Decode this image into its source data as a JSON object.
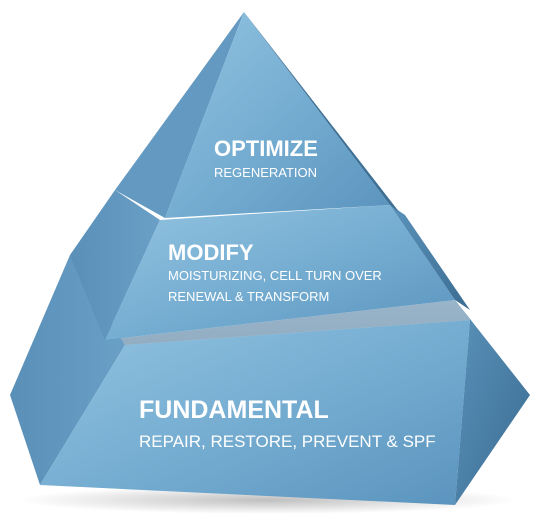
{
  "pyramid": {
    "tiers": [
      {
        "title": "OPTIMIZE",
        "lines": [
          "REGENERATION"
        ]
      },
      {
        "title": "MODIFY",
        "lines": [
          "MOISTURIZING, CELL TURN OVER",
          "RENEWAL & TRANSFORM"
        ]
      },
      {
        "title": "FUNDAMENTAL",
        "lines": [
          "REPAIR, RESTORE, PREVENT & SPF"
        ]
      }
    ],
    "colors": {
      "face_light": "#8ec0de",
      "face_mid": "#6ea7cc",
      "face_dark": "#4f86ad",
      "side_dark": "#3e6f94",
      "side_shadow": "#2f5a7c"
    }
  }
}
